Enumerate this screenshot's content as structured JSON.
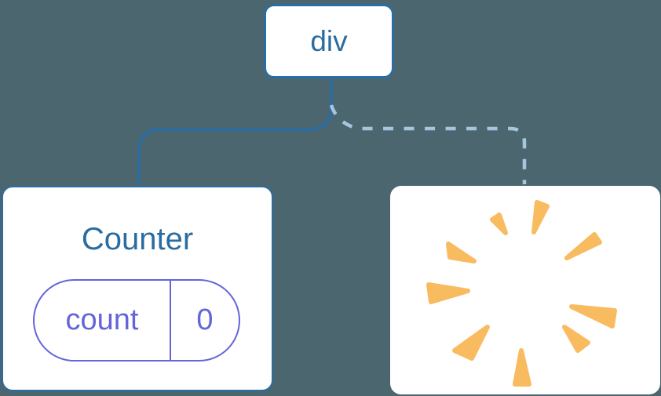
{
  "diagram": {
    "root_node": {
      "label": "div"
    },
    "counter_node": {
      "title": "Counter",
      "state_pill": {
        "name": "count",
        "value": "0"
      }
    },
    "removed_node": {
      "icon_name": "poof-burst-icon"
    },
    "edges": {
      "left_edge_style": "solid",
      "right_edge_style": "dashed"
    }
  },
  "colors": {
    "bg": "#4C6670",
    "card-bg": "#FFFFFF",
    "node-border": "#2A6DA4",
    "node-text": "#2B6CA0",
    "edge-solid": "#2A6DA4",
    "edge-dashed": "#A6C6DE",
    "pill": "#6365D9",
    "poof": "#F9BB60"
  }
}
